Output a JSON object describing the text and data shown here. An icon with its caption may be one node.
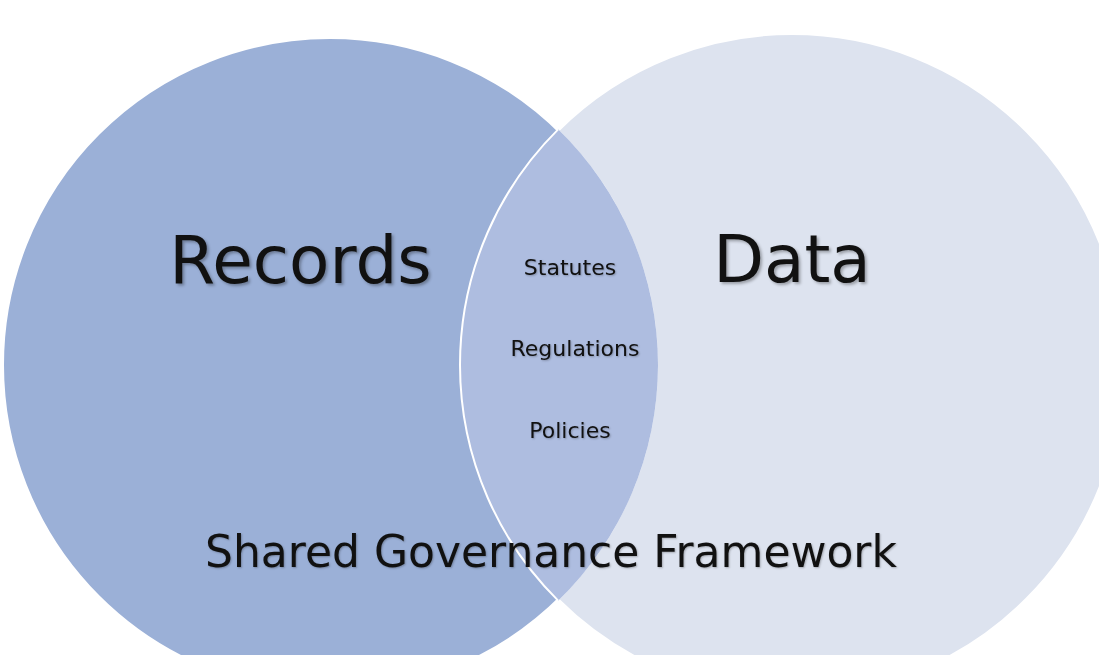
{
  "diagram": {
    "nodes": [
      {
        "text": [
          "Records"
        ]
      },
      {
        "text": [
          "Data"
        ]
      }
    ],
    "labels": [
      "Statutes",
      "Regulations",
      "Policies",
      "Shared Governance Framework"
    ]
  }
}
